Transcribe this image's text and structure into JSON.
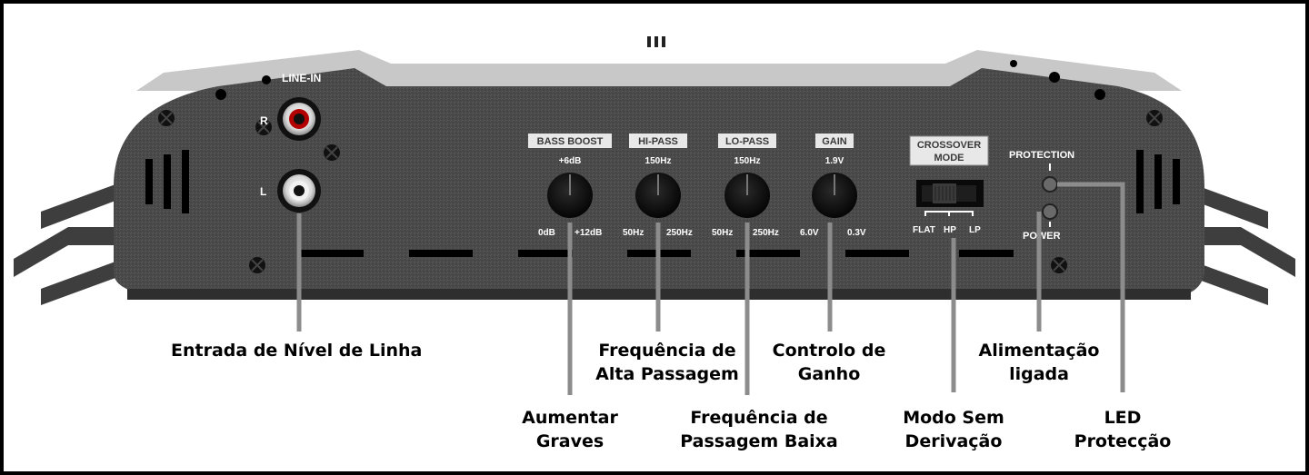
{
  "panel": {
    "line_in": "LINE-IN",
    "r": "R",
    "l": "L",
    "bass_boost": {
      "title": "BASS BOOST",
      "top": "+6dB",
      "min": "0dB",
      "max": "+12dB"
    },
    "hi_pass": {
      "title": "HI-PASS",
      "top": "150Hz",
      "min": "50Hz",
      "max": "250Hz"
    },
    "lo_pass": {
      "title": "LO-PASS",
      "top": "150Hz",
      "min": "50Hz",
      "max": "250Hz"
    },
    "gain": {
      "title": "GAIN",
      "top": "1.9V",
      "min": "6.0V",
      "max": "0.3V"
    },
    "crossover": {
      "title_1": "CROSSOVER",
      "title_2": "MODE",
      "flat": "FLAT",
      "hp": "HP",
      "lp": "LP"
    },
    "protection": "PROTECTION",
    "power": "POWER"
  },
  "callouts": {
    "line_input": "Entrada de Nível de Linha",
    "bass_boost_1": "Aumentar",
    "bass_boost_2": "Graves",
    "hi_pass_1": "Frequência de",
    "hi_pass_2": "Alta Passagem",
    "lo_pass_1": "Frequência de",
    "lo_pass_2": "Passagem Baixa",
    "gain_1": "Controlo de",
    "gain_2": "Ganho",
    "crossover_1": "Modo Sem",
    "crossover_2": "Derivação",
    "power_1": "Alimentação",
    "power_2": "ligada",
    "protection_1": "LED",
    "protection_2": "Protecção"
  },
  "colors": {
    "frame": "#000000",
    "chassis": "#4a4a4a",
    "chassis_dark": "#333333",
    "leader": "#8c8c8c",
    "knob": "#0d0d0d"
  }
}
